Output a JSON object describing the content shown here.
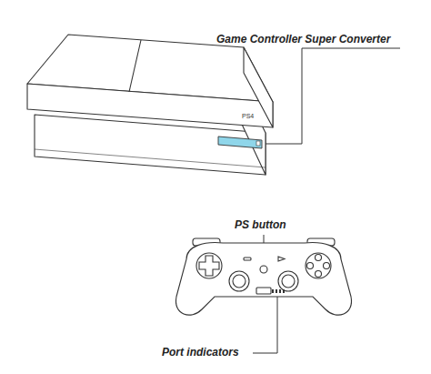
{
  "diagram": {
    "labels": [
      "Game Controller Super Converter",
      "PS4",
      "PS button",
      "Port indicators"
    ]
  }
}
